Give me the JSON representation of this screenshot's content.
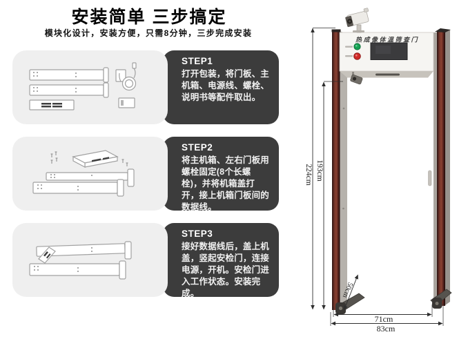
{
  "header": {
    "title": "安装简单 三步搞定",
    "subtitle": "模块化设计，安装方便，只需8分钟，三步完成安装"
  },
  "steps": [
    {
      "label": "STEP1",
      "text": "打开包装，将门板、主机箱、电源线、螺栓、说明书等配件取出。",
      "illustration": "unpacked-parts-door-panels-adapter-cable-manual"
    },
    {
      "label": "STEP2",
      "text": "将主机箱、左右门板用螺栓固定(8个长螺栓)，并将机箱盖打开，接上机箱门板间的数据线。",
      "illustration": "host-box-bolted-to-left-right-door-panels"
    },
    {
      "label": "STEP3",
      "text": "接好数据线后，盖上机盖，竖起安检门，连接电源，开机。安检门进入工作状态。安装完成。",
      "illustration": "assembled-security-gate-lying-flat"
    }
  ],
  "gate_figure": {
    "panel_title": "热成像体温筛查门",
    "dimensions": {
      "total_height": "224cm",
      "inner_height": "193cm",
      "base_depth": "50cm",
      "inner_width": "71cm",
      "outer_width": "83cm"
    },
    "icons": [
      "cctv-camera-icon",
      "green-power-button",
      "red-alarm-button",
      "display-screen",
      "speaker-slot",
      "infrared-camera-icon"
    ],
    "colors": {
      "pillar_maroon": "#6e332a",
      "step_box_bg": "#3c3c3c",
      "illustration_card_bg": "#efefef",
      "green_button": "#17a254",
      "red_button": "#d02a27",
      "dimension_line": "#2e2e2e"
    }
  }
}
